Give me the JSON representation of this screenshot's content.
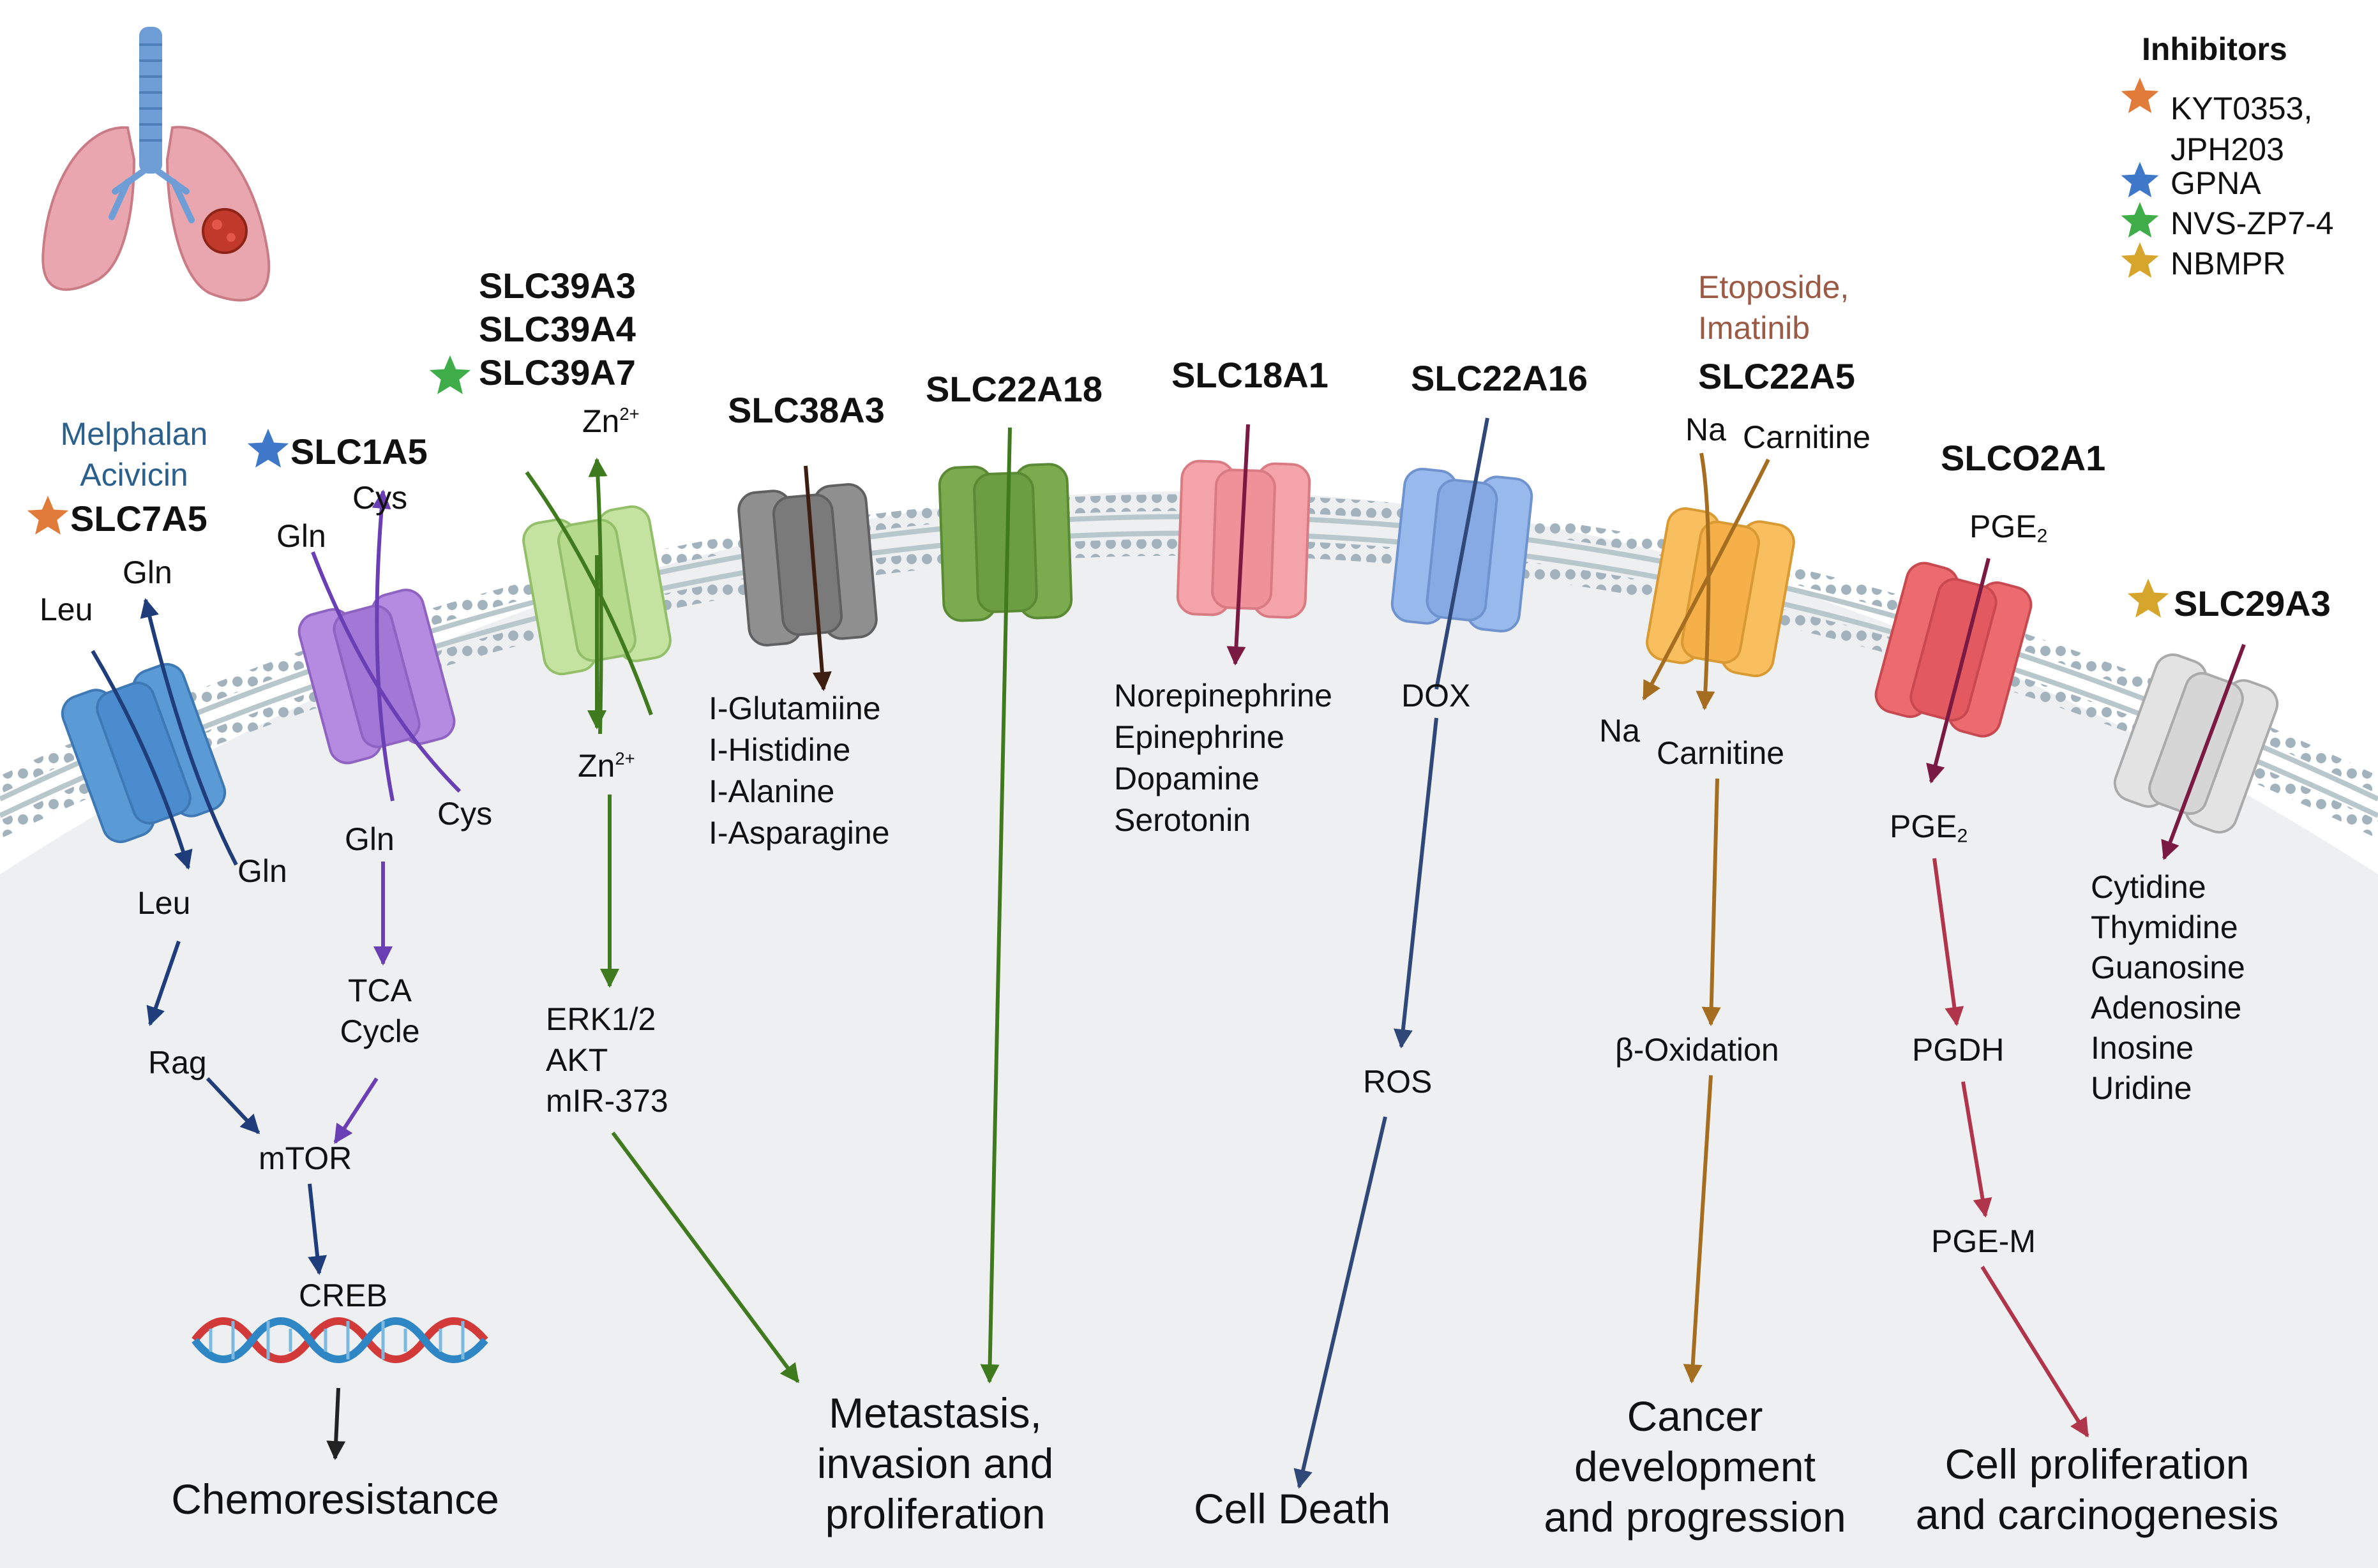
{
  "colors": {
    "cytoplasm": "#eeeff1",
    "membrane_line": "#b7c7cc",
    "membrane_head": "#a3b3bd",
    "slc7a5": "#5b9bd5",
    "slc1a5": "#b48be0",
    "slc39": "#c5e3a0",
    "slc38a3": "#8f8f8f",
    "slc22a18": "#7aab4f",
    "slc18a1": "#f4a3a8",
    "slc22a16": "#98b9ec",
    "slc22a5": "#f9bf5f",
    "slco2a1": "#ec6b6f",
    "slc29a3": "#e3e3e3",
    "arrow_navy": "#1f3d7a",
    "arrow_purple": "#6a3fb5",
    "arrow_green": "#3f7a1f",
    "arrow_brown": "#3d1f12",
    "arrow_maroon": "#7a1a42",
    "arrow_slate": "#2f4878",
    "arrow_ochre": "#a56d1f",
    "arrow_red": "#b0354a",
    "star_orange": "#e07b3a",
    "star_blue": "#3f78c8",
    "star_green": "#3fae4a",
    "star_gold": "#d6a62c"
  },
  "legend": {
    "title": "Inhibitors",
    "items": [
      {
        "star": "orange",
        "label": "KYT0353,\nJPH203"
      },
      {
        "star": "blue",
        "label": "GPNA"
      },
      {
        "star": "green",
        "label": "NVS-ZP7-4"
      },
      {
        "star": "gold",
        "label": "NBMPR"
      }
    ]
  },
  "transporters": [
    {
      "id": "slc7a5",
      "name": "SLC7A5",
      "inhibitor_star": "orange",
      "drugs": "Melphalan\nAcivicin",
      "labels": {
        "leu_out": "Leu",
        "gln_out": "Gln",
        "leu_in": "Leu",
        "gln_in": "Gln"
      },
      "pathway": [
        "Rag",
        "mTOR",
        "CREB"
      ],
      "outcome": "Chemoresistance"
    },
    {
      "id": "slc1a5",
      "name": "SLC1A5",
      "inhibitor_star": "blue",
      "labels": {
        "gln_out": "Gln",
        "cys_out": "Cys",
        "gln_in": "Gln",
        "cys_in": "Cys"
      },
      "pathway": [
        "TCA\nCycle"
      ]
    },
    {
      "id": "slc39",
      "names": [
        "SLC39A3",
        "SLC39A4",
        "SLC39A7"
      ],
      "inhibitor_star": "green",
      "zn_out": "Zn",
      "zn_in": "Zn",
      "charge": "2+",
      "pathway": [
        "ERK1/2\nAKT\nmIR-373"
      ]
    },
    {
      "id": "slc38a3",
      "name": "SLC38A3",
      "substrates": [
        "I-Glutamiine",
        "I-Histidine",
        "I-Alanine",
        "I-Asparagine"
      ]
    },
    {
      "id": "slc22a18",
      "name": "SLC22A18",
      "outcome": "Metastasis,\ninvasion and\nproliferation"
    },
    {
      "id": "slc18a1",
      "name": "SLC18A1",
      "substrates": [
        "Norepinephrine",
        "Epinephrine",
        "Dopamine",
        "Serotonin"
      ]
    },
    {
      "id": "slc22a16",
      "name": "SLC22A16",
      "pathway": [
        "DOX",
        "ROS"
      ],
      "outcome": "Cell Death"
    },
    {
      "id": "slc22a5",
      "name": "SLC22A5",
      "drugs": "Etoposide,\nImatinib",
      "labels": {
        "na_out": "Na",
        "carn_out": "Carnitine",
        "na_in": "Na",
        "carn_in": "Carnitine"
      },
      "pathway": [
        "β-Oxidation"
      ],
      "outcome": "Cancer\ndevelopment\nand progression"
    },
    {
      "id": "slco2a1",
      "name": "SLCO2A1",
      "pge": "PGE",
      "pge_sub": "2",
      "pathway": [
        "PGDH",
        "PGE-M"
      ],
      "outcome": "Cell proliferation\nand carcinogenesis"
    },
    {
      "id": "slc29a3",
      "name": "SLC29A3",
      "inhibitor_star": "gold",
      "substrates": [
        "Cytidine",
        "Thymidine",
        "Guanosine",
        "Adenosine",
        "Inosine",
        "Uridine"
      ]
    }
  ]
}
